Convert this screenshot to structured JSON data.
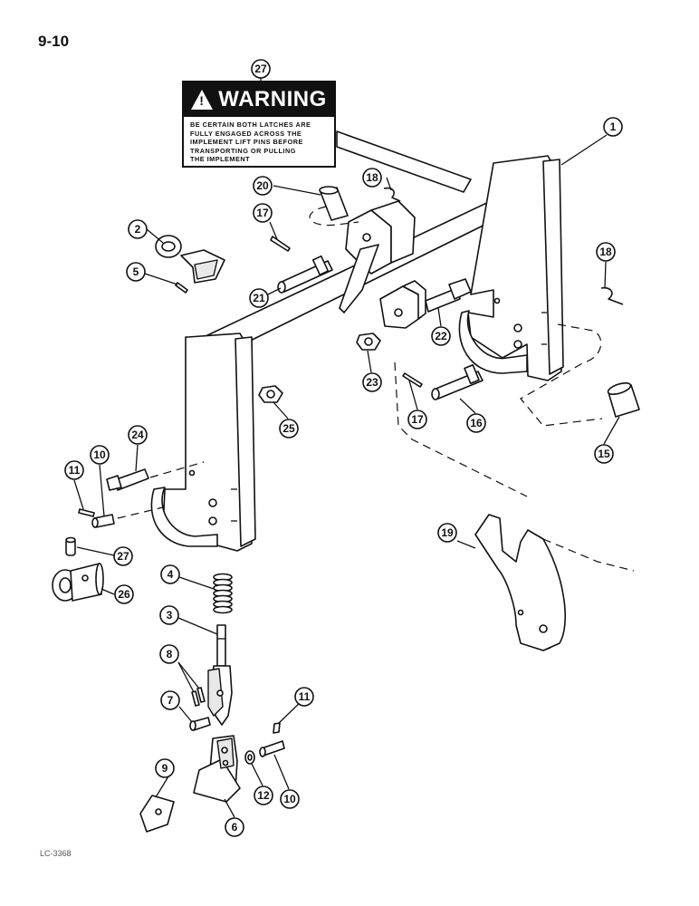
{
  "page": {
    "number": "9-10",
    "footer_code": "LC-3368"
  },
  "warning_label": {
    "callout": "27",
    "header": "WARNING",
    "lines": [
      "BE CERTAIN BOTH LATCHES ARE",
      "FULLY ENGAGED ACROSS THE",
      "IMPLEMENT LIFT PINS BEFORE",
      "TRANSPORTING OR PULLING",
      "THE IMPLEMENT"
    ]
  },
  "callouts": {
    "c1": "1",
    "c2": "2",
    "c3": "3",
    "c4": "4",
    "c5": "5",
    "c6": "6",
    "c7": "7",
    "c8": "8",
    "c9": "9",
    "c10a": "10",
    "c10b": "10",
    "c11a": "11",
    "c11b": "11",
    "c12": "12",
    "c15": "15",
    "c16": "16",
    "c17a": "17",
    "c17b": "17",
    "c18a": "18",
    "c18b": "18",
    "c19": "19",
    "c20": "20",
    "c21": "21",
    "c22": "22",
    "c23": "23",
    "c24": "24",
    "c25": "25",
    "c26": "26",
    "c27": "27"
  }
}
